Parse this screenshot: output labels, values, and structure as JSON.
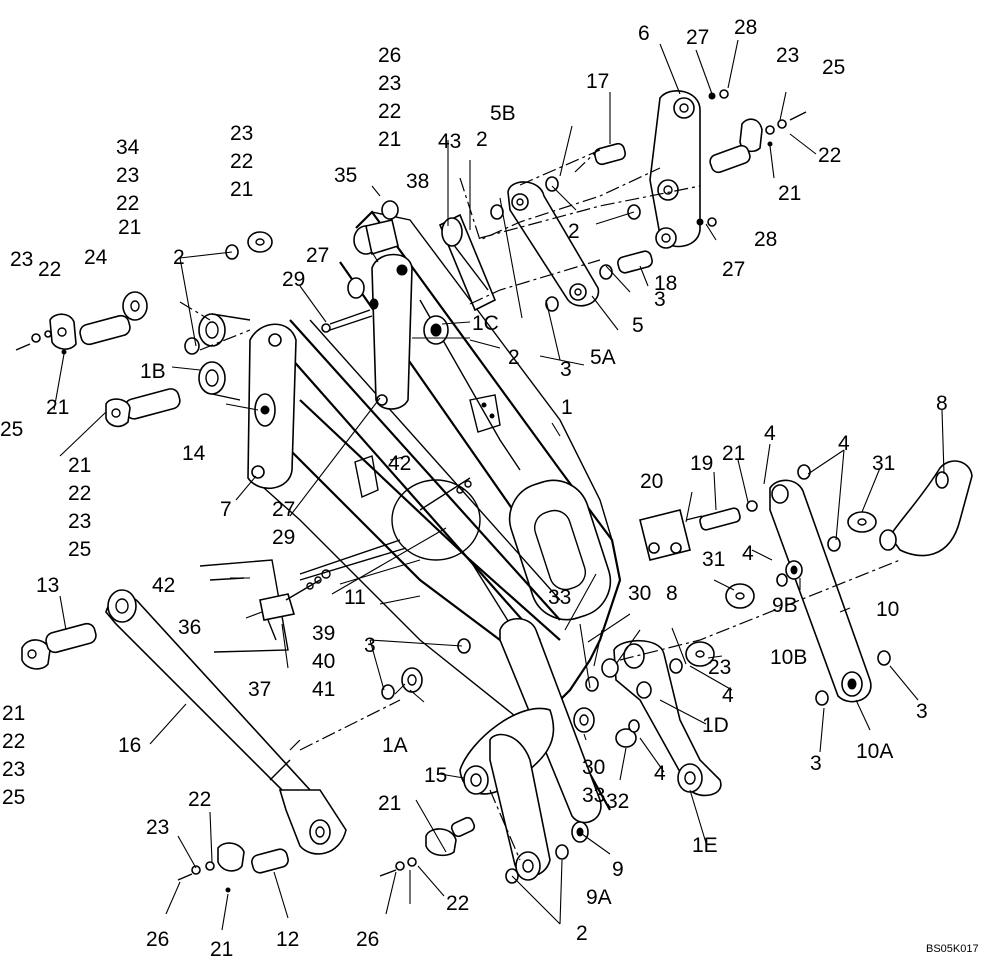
{
  "figure_code": "BS05K017",
  "labels": {
    "c1": "1",
    "c1A": "1A",
    "c1B": "1B",
    "c1C": "1C",
    "c1D": "1D",
    "c1E": "1E",
    "c2a": "2",
    "c2b": "2",
    "c2c": "2",
    "c2d": "2",
    "c2e": "2",
    "c3a": "3",
    "c3b": "3",
    "c3c": "3",
    "c3d": "3",
    "c3e": "3",
    "c4a": "4",
    "c4b": "4",
    "c4c": "4",
    "c4d": "4",
    "c4e": "4",
    "c5": "5",
    "c5A": "5A",
    "c5B": "5B",
    "c6": "6",
    "c7": "7",
    "c8a": "8",
    "c8b": "8",
    "c9": "9",
    "c9A": "9A",
    "c9B": "9B",
    "c10": "10",
    "c10A": "10A",
    "c10B": "10B",
    "c11": "11",
    "c12": "12",
    "c13": "13",
    "c14": "14",
    "c15": "15",
    "c16": "16",
    "c17": "17",
    "c18": "18",
    "c19": "19",
    "c20": "20",
    "c21a": "21",
    "c21b": "21",
    "c21c": "21",
    "c21d": "21",
    "c21e": "21",
    "c21f": "21",
    "c21g": "21",
    "c21h": "21",
    "c22a": "22",
    "c22b": "22",
    "c22c": "22",
    "c22d": "22",
    "c23a": "23",
    "c23b": "23",
    "c23c": "23",
    "c23d": "23",
    "c24": "24",
    "c25a": "25",
    "c25b": "25",
    "c26a": "26",
    "c26b": "26",
    "c27a": "27",
    "c27b": "27",
    "c27c": "27",
    "c28a": "28",
    "c28b": "28",
    "c29": "29",
    "c30a": "30",
    "c30b": "30",
    "c31a": "31",
    "c31b": "31",
    "c32": "32",
    "c33a": "33",
    "c33b": "33",
    "c35": "35",
    "c36": "36",
    "c37": "37",
    "c38": "38",
    "c39": "39",
    "c40": "40",
    "c41": "41",
    "c42a": "42",
    "c42b": "42",
    "c43": "43"
  },
  "stacks": {
    "s_top": [
      "26",
      "23",
      "22",
      "21"
    ],
    "s_top2": [
      "23",
      "22",
      "21"
    ],
    "s_34": [
      "34",
      "23",
      "22",
      "21"
    ],
    "s_left1": [
      "21",
      "22",
      "23",
      "25"
    ],
    "s_left2": [
      "21",
      "22",
      "23",
      "25"
    ],
    "s_2729": [
      "27",
      "29"
    ],
    "s_3941": [
      "39",
      "40",
      "41"
    ],
    "s_3033": [
      "30",
      "33"
    ]
  }
}
